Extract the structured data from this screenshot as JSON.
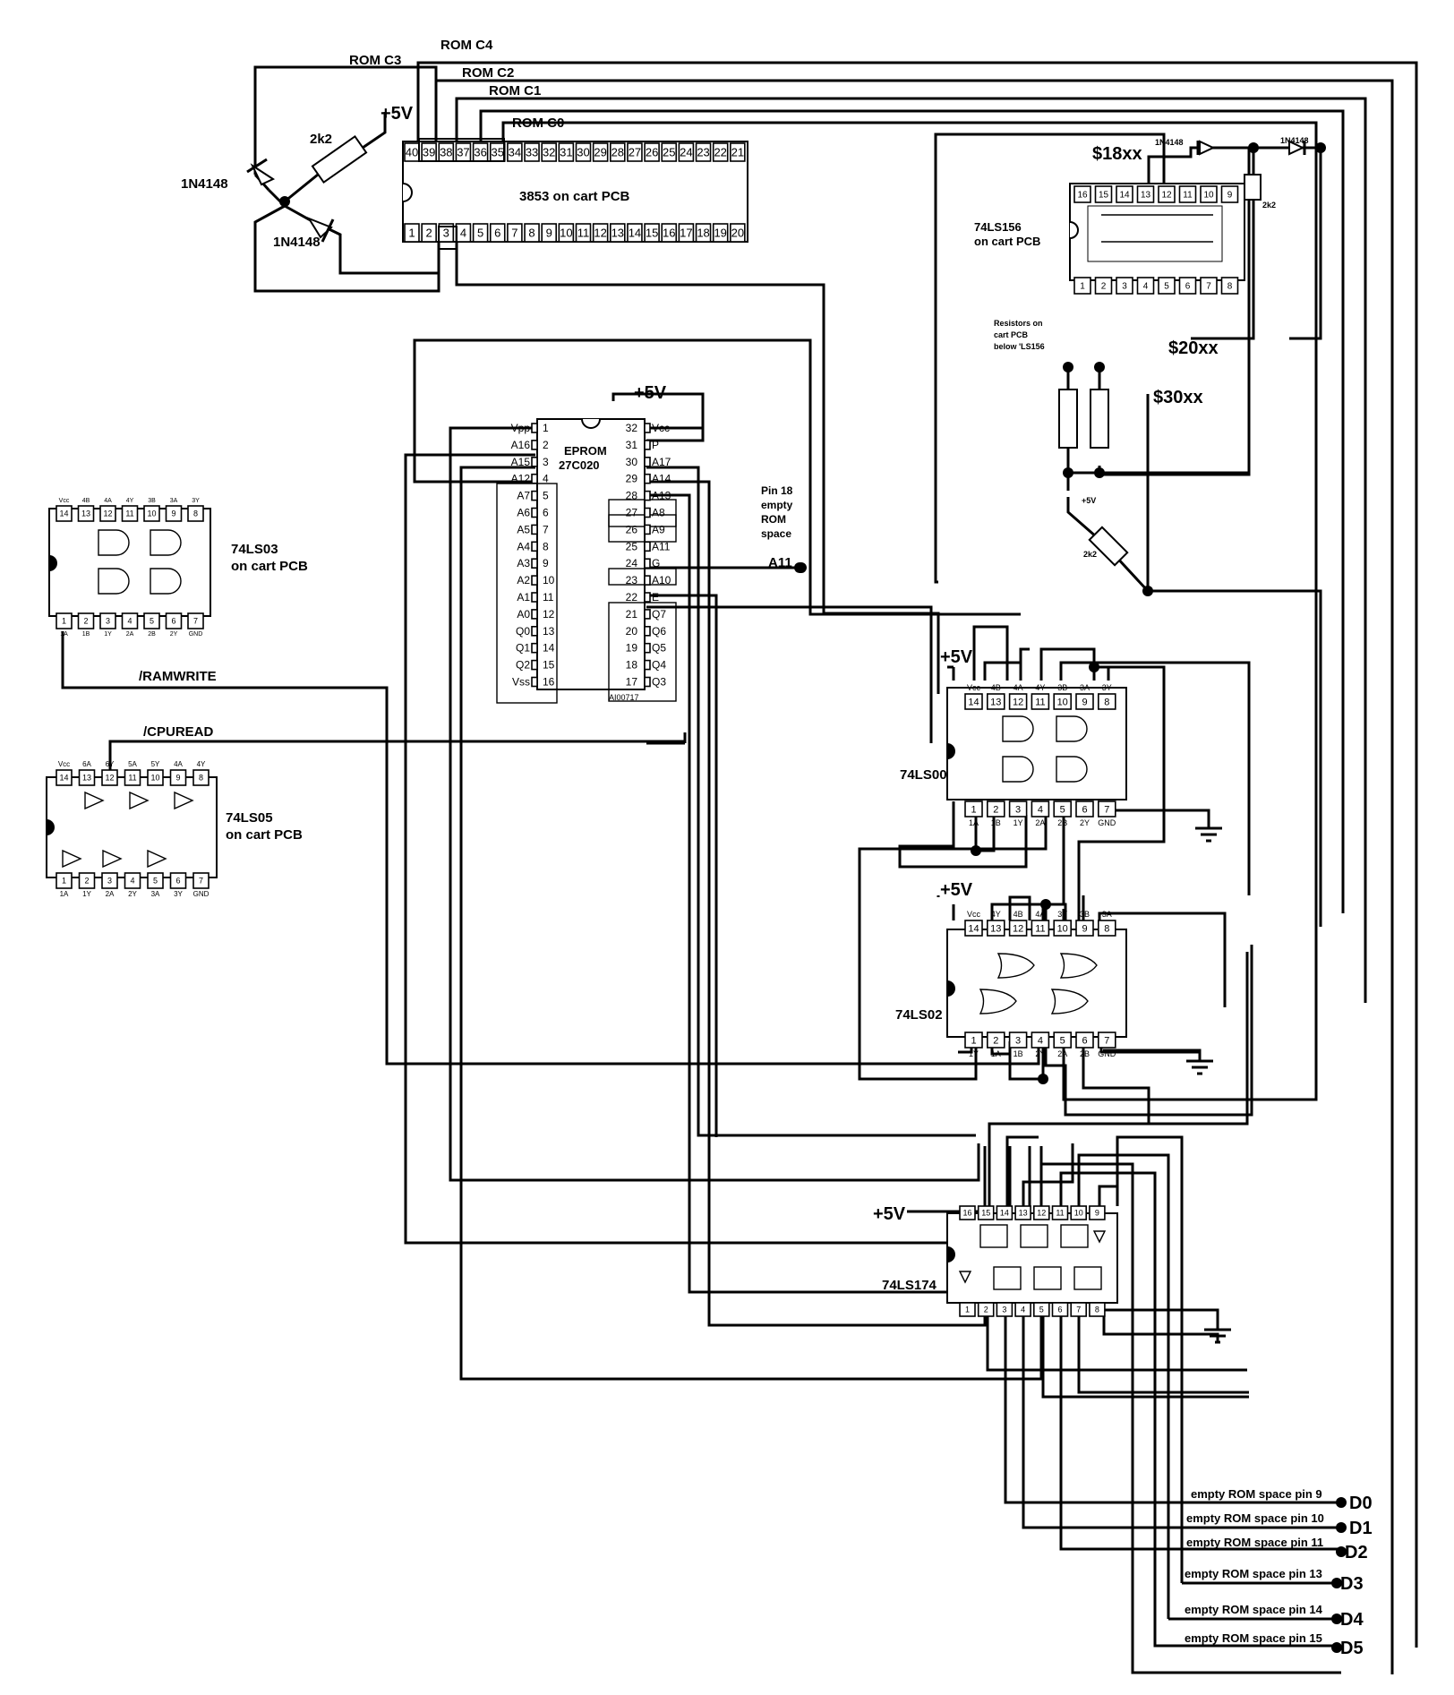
{
  "chips": {
    "c3853": {
      "name": "3853 on cart PCB",
      "top_pins": [
        "40",
        "39",
        "38",
        "37",
        "36",
        "35",
        "34",
        "33",
        "32",
        "31",
        "30",
        "29",
        "28",
        "27",
        "26",
        "25",
        "24",
        "23",
        "22",
        "21"
      ],
      "bottom_pins": [
        "1",
        "2",
        "3",
        "4",
        "5",
        "6",
        "7",
        "8",
        "9",
        "10",
        "11",
        "12",
        "13",
        "14",
        "15",
        "16",
        "17",
        "18",
        "19",
        "20"
      ]
    },
    "eprom": {
      "name": "EPROM",
      "part": "27C020",
      "code": "AI00717",
      "left_pins": [
        [
          "Vpp",
          "1"
        ],
        [
          "A16",
          "2"
        ],
        [
          "A15",
          "3"
        ],
        [
          "A12",
          "4"
        ],
        [
          "A7",
          "5"
        ],
        [
          "A6",
          "6"
        ],
        [
          "A5",
          "7"
        ],
        [
          "A4",
          "8"
        ],
        [
          "A3",
          "9"
        ],
        [
          "A2",
          "10"
        ],
        [
          "A1",
          "11"
        ],
        [
          "A0",
          "12"
        ],
        [
          "Q0",
          "13"
        ],
        [
          "Q1",
          "14"
        ],
        [
          "Q2",
          "15"
        ],
        [
          "Vss",
          "16"
        ]
      ],
      "right_pins": [
        [
          "32",
          "Vcc"
        ],
        [
          "31",
          "P"
        ],
        [
          "30",
          "A17"
        ],
        [
          "29",
          "A14"
        ],
        [
          "28",
          "A13"
        ],
        [
          "27",
          "A8"
        ],
        [
          "26",
          "A9"
        ],
        [
          "25",
          "A11"
        ],
        [
          "24",
          "G"
        ],
        [
          "23",
          "A10"
        ],
        [
          "22",
          "E"
        ],
        [
          "21",
          "Q7"
        ],
        [
          "20",
          "Q6"
        ],
        [
          "19",
          "Q5"
        ],
        [
          "18",
          "Q4"
        ],
        [
          "17",
          "Q3"
        ]
      ]
    },
    "ls03": {
      "name": "74LS03",
      "sub": "on cart PCB",
      "top_pins": [
        "14",
        "13",
        "12",
        "11",
        "10",
        "9",
        "8"
      ],
      "bottom_pins": [
        "1",
        "2",
        "3",
        "4",
        "5",
        "6",
        "7"
      ],
      "top_labels": [
        "Vcc",
        "4B",
        "4A",
        "4Y",
        "3B",
        "3A",
        "3Y"
      ],
      "bottom_labels": [
        "1A",
        "1B",
        "1Y",
        "2A",
        "2B",
        "2Y",
        "GND"
      ]
    },
    "ls05": {
      "name": "74LS05",
      "sub": "on cart PCB",
      "top_pins": [
        "14",
        "13",
        "12",
        "11",
        "10",
        "9",
        "8"
      ],
      "bottom_pins": [
        "1",
        "2",
        "3",
        "4",
        "5",
        "6",
        "7"
      ],
      "top_labels": [
        "Vcc",
        "6A",
        "6Y",
        "5A",
        "5Y",
        "4A",
        "4Y"
      ],
      "bottom_labels": [
        "1A",
        "1Y",
        "2A",
        "2Y",
        "3A",
        "3Y",
        "GND"
      ]
    },
    "ls156": {
      "name": "74LS156",
      "sub": "on cart PCB",
      "top_pins": [
        "16",
        "15",
        "14",
        "13",
        "12",
        "11",
        "10",
        "9"
      ],
      "bottom_pins": [
        "1",
        "2",
        "3",
        "4",
        "5",
        "6",
        "7",
        "8"
      ]
    },
    "ls00": {
      "name": "74LS00",
      "top_pins": [
        "14",
        "13",
        "12",
        "11",
        "10",
        "9",
        "8"
      ],
      "bottom_pins": [
        "1",
        "2",
        "3",
        "4",
        "5",
        "6",
        "7"
      ],
      "top_labels": [
        "Vcc",
        "4B",
        "4A",
        "4Y",
        "3B",
        "3A",
        "3Y"
      ],
      "bottom_labels": [
        "1A",
        "1B",
        "1Y",
        "2A",
        "2B",
        "2Y",
        "GND"
      ]
    },
    "ls02": {
      "name": "74LS02",
      "top_pins": [
        "14",
        "13",
        "12",
        "11",
        "10",
        "9",
        "8"
      ],
      "bottom_pins": [
        "1",
        "2",
        "3",
        "4",
        "5",
        "6",
        "7"
      ],
      "top_labels": [
        "Vcc",
        "4Y",
        "4B",
        "4A",
        "3Y",
        "3B",
        "3A"
      ],
      "bottom_labels": [
        "1Y",
        "1A",
        "1B",
        "2Y",
        "2A",
        "2B",
        "GND"
      ]
    },
    "ls174": {
      "name": "74LS174",
      "top_pins": [
        "16",
        "15",
        "14",
        "13",
        "12",
        "11",
        "10",
        "9"
      ],
      "bottom_pins": [
        "1",
        "2",
        "3",
        "4",
        "5",
        "6",
        "7",
        "8"
      ]
    }
  },
  "labels": {
    "rom_c3": "ROM C3",
    "rom_c4": "ROM C4",
    "rom_c2": "ROM C2",
    "rom_c1": "ROM C1",
    "rom_c0": "ROM C0",
    "plus5v": "+5V",
    "r2k2": "2k2",
    "diode": "1N4148",
    "addr18": "$18xx",
    "addr20": "$20xx",
    "addr30": "$30xx",
    "resistors_note": [
      "Resistors on",
      "cart PCB",
      "below 'LS156"
    ],
    "pin18_note": [
      "Pin 18",
      "empty",
      "ROM",
      "space"
    ],
    "a11": "A11",
    "ramwrite": "/RAMWRITE",
    "cpuread": "/CPUREAD"
  },
  "outputs": [
    {
      "desc": "empty ROM space pin 9",
      "sig": "D0"
    },
    {
      "desc": "empty ROM space pin 10",
      "sig": "D1"
    },
    {
      "desc": "empty ROM space pin 11",
      "sig": "D2"
    },
    {
      "desc": "empty ROM space pin 13",
      "sig": "D3"
    },
    {
      "desc": "empty ROM space pin 14",
      "sig": "D4"
    },
    {
      "desc": "empty ROM space pin 15",
      "sig": "D5"
    }
  ]
}
